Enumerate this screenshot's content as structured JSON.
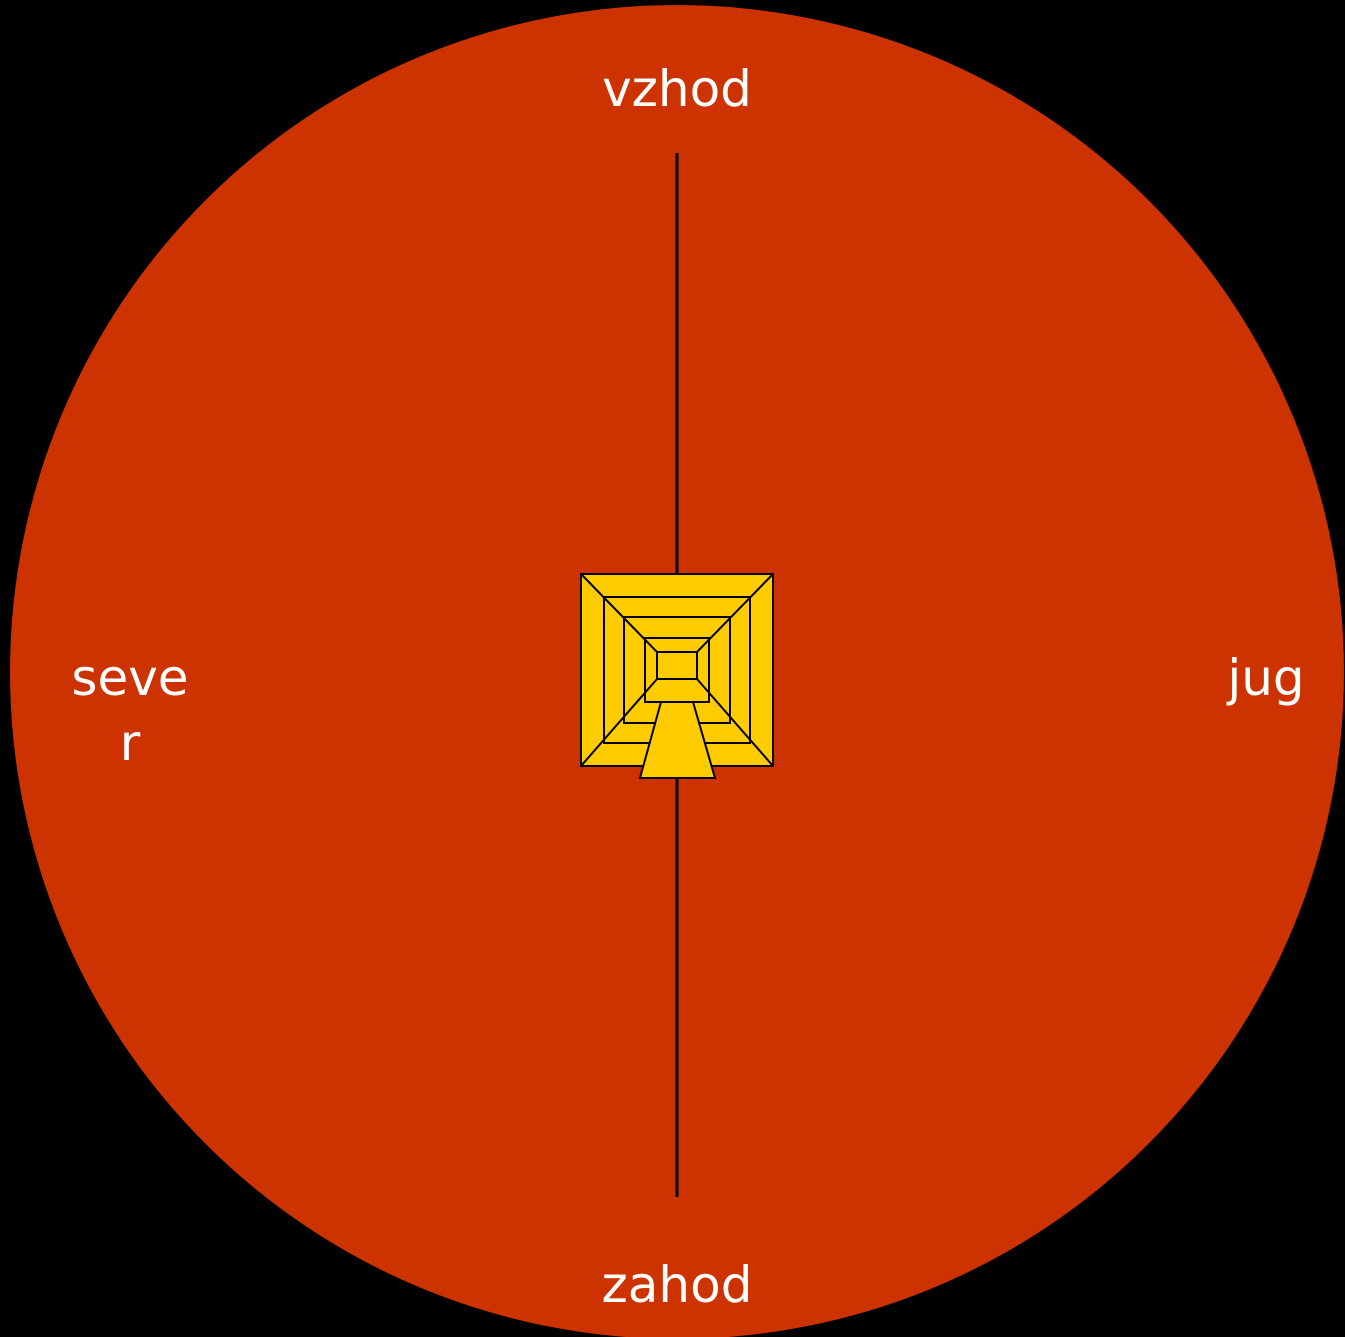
{
  "directions": {
    "top": "vzhod",
    "bottom": "zahod",
    "left_line1": "seve",
    "left_line2": "r",
    "right": "jug"
  },
  "colors": {
    "background": "#000000",
    "disc": "#cc3300",
    "pyramid": "#ffcc00",
    "stroke": "#000000",
    "text": "#ffffff"
  },
  "icons": {
    "center": "pyramid-icon"
  }
}
